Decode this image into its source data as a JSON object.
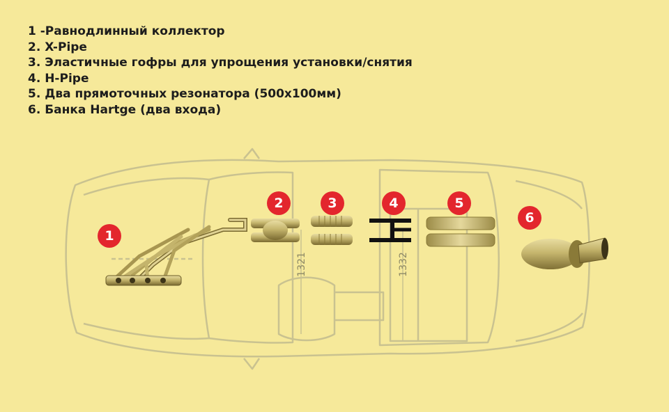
{
  "legend": [
    "1 -Равнодлинный коллектор",
    "2. X-Pipe",
    "3. Эластичные гофры для упрощения установки/снятия",
    "4. H-Pipe",
    "5. Два прямоточных резонатора (500x100мм)",
    "6. Банка Hartge (два входа)"
  ],
  "markers": [
    "1",
    "2",
    "3",
    "4",
    "5",
    "6"
  ],
  "dimensions": [
    "1321",
    "1332"
  ],
  "colors": {
    "background": "#f6e99a",
    "car_outline": "#c9c290",
    "marker": "#e3262d",
    "part_metal": "#c4b46c",
    "part_dark": "#7a6a30",
    "h_pipe": "#111111"
  },
  "icons": {
    "car": "car-top-view-outline",
    "part1": "exhaust-manifold",
    "part2": "x-pipe",
    "part3": "flex-pipe",
    "part4": "h-pipe",
    "part5": "straight-resonator",
    "part6": "muffler-can"
  }
}
